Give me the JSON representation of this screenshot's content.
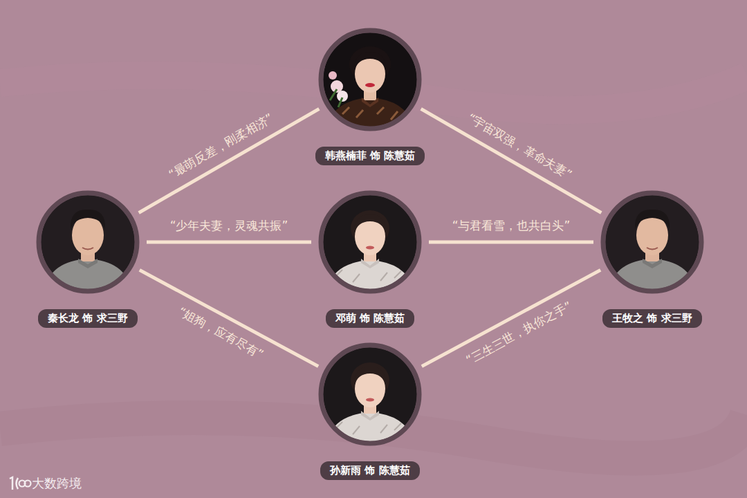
{
  "diagram": {
    "nodes": [
      {
        "text": [
          "韩燕楠菲 饰 陈慧茹"
        ]
      },
      {
        "text": [
          "秦长龙 饰 求三野"
        ]
      },
      {
        "text": [
          "邓萌 饰 陈慧茹"
        ]
      },
      {
        "text": [
          "王牧之 饰 求三野"
        ]
      },
      {
        "text": [
          "孙新雨 饰 陈慧茹"
        ]
      }
    ],
    "edges": [
      {
        "from": 1,
        "to": 0,
        "arrow": "none",
        "label": "“最萌反差，刚柔相济”"
      },
      {
        "from": 0,
        "to": 3,
        "arrow": "none",
        "label": "“宇宙双强，革命夫妻”"
      },
      {
        "from": 1,
        "to": 2,
        "arrow": "none",
        "label": "“少年夫妻，灵魂共振”"
      },
      {
        "from": 2,
        "to": 3,
        "arrow": "none",
        "label": "“与君看雪，也共白头”"
      },
      {
        "from": 1,
        "to": 4,
        "arrow": "none",
        "label": "“姐狗，应有尽有”"
      },
      {
        "from": 4,
        "to": 3,
        "arrow": "none",
        "label": "“三生三世，执你之手”"
      }
    ],
    "labels": [
      "大数跨境"
    ]
  }
}
